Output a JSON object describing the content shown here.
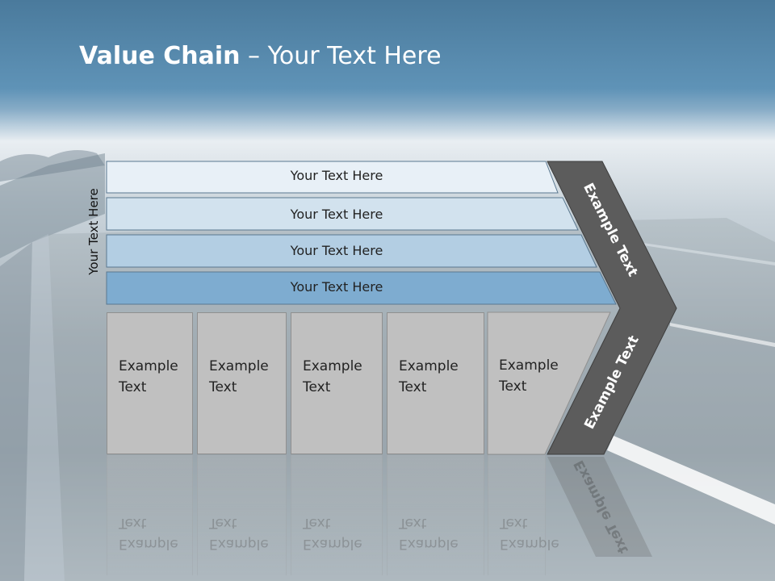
{
  "title": {
    "bold": "Value Chain",
    "rest": " – Your Text Here"
  },
  "side_label": "Your Text Here",
  "rows": [
    {
      "label": "Your Text Here",
      "color": "#e8f0f7"
    },
    {
      "label": "Your Text Here",
      "color": "#d2e2ee"
    },
    {
      "label": "Your Text Here",
      "color": "#b3cee3"
    },
    {
      "label": "Your Text Here",
      "color": "#7eacd0"
    }
  ],
  "boxes": [
    {
      "line1": "Example",
      "line2": "Text"
    },
    {
      "line1": "Example",
      "line2": "Text"
    },
    {
      "line1": "Example",
      "line2": "Text"
    },
    {
      "line1": "Example",
      "line2": "Text"
    },
    {
      "line1": "Example",
      "line2": "Text"
    }
  ],
  "chevron": {
    "top_text": "Example Text",
    "bottom_text": "Example Text",
    "color": "#5c5c5c"
  }
}
